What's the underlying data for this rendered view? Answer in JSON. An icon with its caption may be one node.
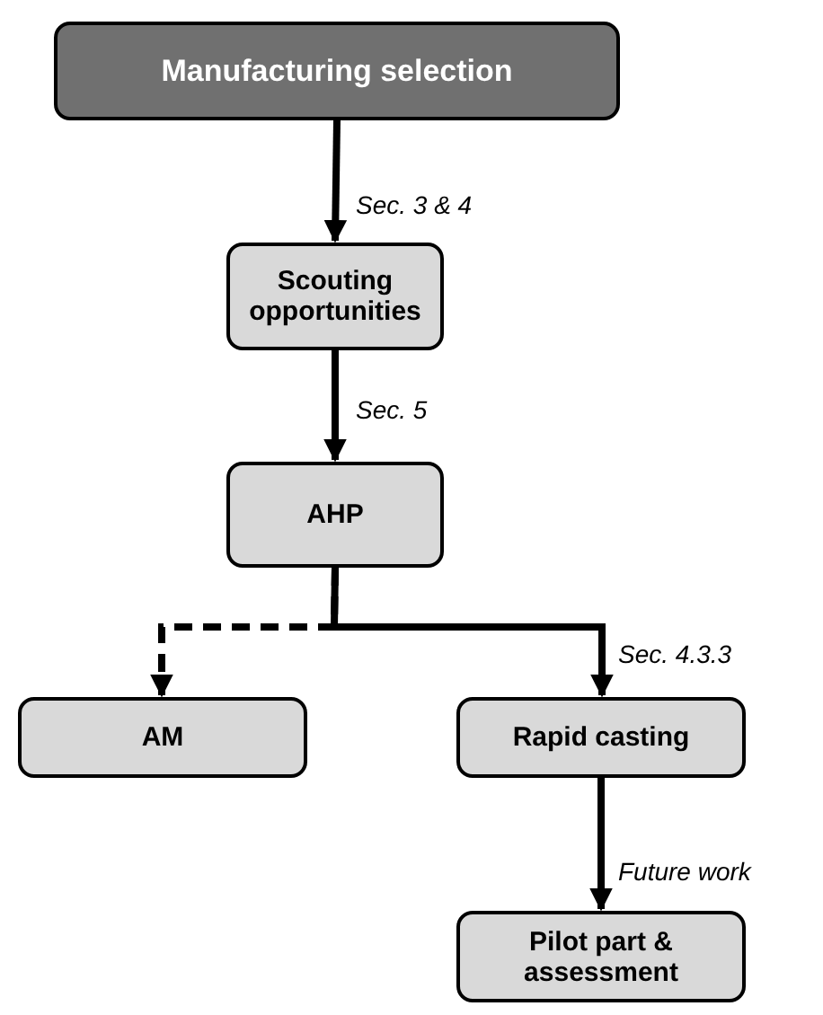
{
  "diagram": {
    "nodes": [
      {
        "text": [
          "Manufacturing selection"
        ]
      },
      {
        "text": [
          "Scouting opportunities"
        ]
      },
      {
        "text": [
          "AHP"
        ]
      },
      {
        "text": [
          "AM"
        ]
      },
      {
        "text": [
          "Rapid casting"
        ]
      },
      {
        "text": [
          "Pilot part & assessment"
        ]
      }
    ],
    "edges": [
      {
        "from": 0,
        "to": 1,
        "arrow": "to",
        "label": "Sec. 3 & 4"
      },
      {
        "from": 1,
        "to": 2,
        "arrow": "to",
        "label": "Sec. 5"
      },
      {
        "from": 2,
        "to": 3,
        "arrow": "to",
        "style": "dashed"
      },
      {
        "from": 2,
        "to": 4,
        "arrow": "to",
        "label": "Sec. 4.3.3"
      },
      {
        "from": 4,
        "to": 5,
        "arrow": "to",
        "label": "Future work"
      }
    ]
  }
}
